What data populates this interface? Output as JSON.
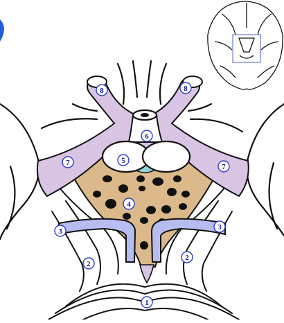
{
  "diagram": {
    "colors": {
      "outline": "#111111",
      "lilac_structure": "#d9c4e4",
      "tan_region": "#dcb98a",
      "blue_vessel": "#b7bdf0",
      "cyan_patch": "#8fd3dc",
      "label_circle_fill": "#ffffff",
      "label_circle_stroke": "#2a3fc9",
      "label_text": "#1a1aa0",
      "highlight_box": "#7a84d8",
      "corner_blue": "#1f5fd6"
    },
    "labels": {
      "label_1": "1",
      "label_2_left": "2",
      "label_2_right": "2",
      "label_3_left": "3",
      "label_3_right": "3",
      "label_4": "4",
      "label_5": "5",
      "label_6": "6",
      "label_7_left": "7",
      "label_7_right": "7",
      "label_8_left": "8",
      "label_8_right": "8"
    },
    "inset_icon": "brain-base-outline-icon"
  }
}
